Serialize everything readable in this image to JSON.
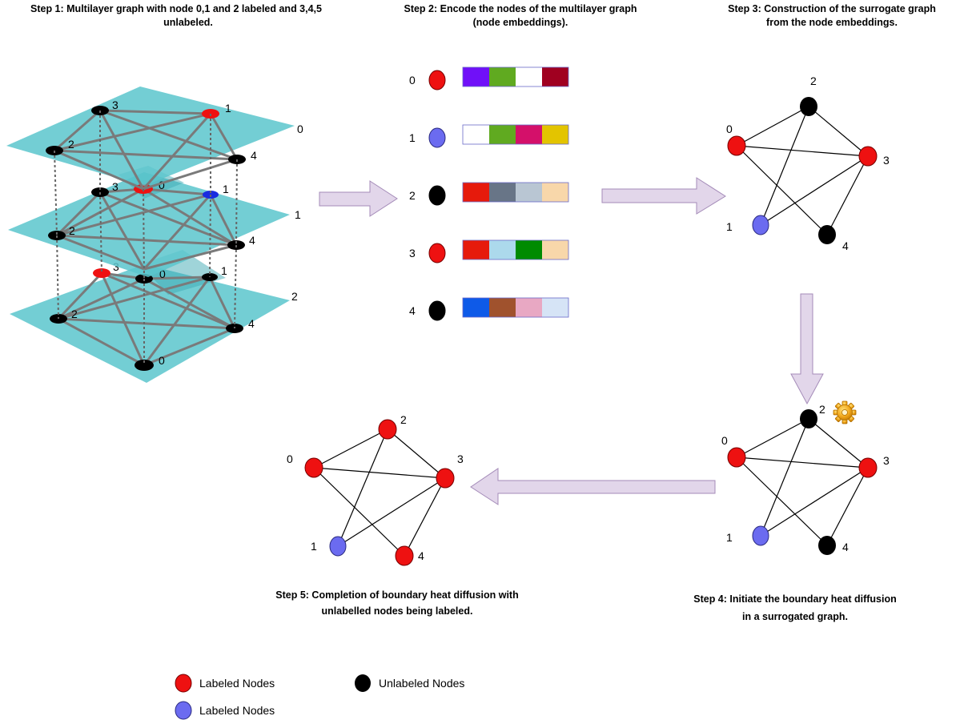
{
  "titles": {
    "step1": [
      "Step 1: Multilayer graph with node 0,1 and 2 labeled and 3,4,5",
      "unlabeled."
    ],
    "step2": [
      "Step 2: Encode the nodes of the multilayer graph",
      "(node embeddings)."
    ],
    "step3": [
      "Step 3: Construction of the surrogate graph",
      "from the node embeddings."
    ],
    "step4": [
      "Step 4: Initiate the boundary heat diffusion",
      "in a surrogated graph."
    ],
    "step5": [
      "Step 5: Completion of boundary heat diffusion with",
      "unlabelled nodes being labeled."
    ]
  },
  "colors": {
    "red": "#ee1111",
    "blue": "#6b6bf0",
    "black": "#000000",
    "layer": "#5bc5cc",
    "arrow_fill": "#e2d6ea",
    "arrow_stroke": "#a48bb8"
  },
  "multilayer": {
    "layers": [
      "0",
      "1",
      "2"
    ],
    "layer0_nodes": [
      "3",
      "1",
      "2",
      "4"
    ],
    "layer1_nodes": [
      "3",
      "0",
      "1",
      "2",
      "4"
    ],
    "layer2_nodes": [
      "3",
      "0",
      "1",
      "2",
      "4",
      "0"
    ]
  },
  "embeddings": [
    {
      "node": "0",
      "node_color": "#ee1111",
      "cells": [
        "#7010f8",
        "#60aa20",
        "#ffffff",
        "#a00020"
      ]
    },
    {
      "node": "1",
      "node_color": "#6b6bf0",
      "cells": [
        "#ffffff",
        "#60aa20",
        "#d4106a",
        "#e3c400"
      ]
    },
    {
      "node": "2",
      "node_color": "#000000",
      "cells": [
        "#e61a0c",
        "#687587",
        "#b9c6d3",
        "#f8d7aa"
      ]
    },
    {
      "node": "3",
      "node_color": "#ee1111",
      "cells": [
        "#e61a0c",
        "#acd9ec",
        "#008b00",
        "#f8d7aa"
      ]
    },
    {
      "node": "4",
      "node_color": "#000000",
      "cells": [
        "#0e5ae8",
        "#a0522d",
        "#e8a8c3",
        "#d6e4f6"
      ]
    }
  ],
  "surrogate_step3": {
    "nodes": [
      {
        "label": "0",
        "color": "#ee1111"
      },
      {
        "label": "2",
        "color": "#000000"
      },
      {
        "label": "3",
        "color": "#ee1111"
      },
      {
        "label": "1",
        "color": "#6b6bf0"
      },
      {
        "label": "4",
        "color": "#000000"
      }
    ]
  },
  "surrogate_step4": {
    "nodes": [
      {
        "label": "0",
        "color": "#ee1111"
      },
      {
        "label": "2",
        "color": "#000000"
      },
      {
        "label": "3",
        "color": "#ee1111"
      },
      {
        "label": "1",
        "color": "#6b6bf0"
      },
      {
        "label": "4",
        "color": "#000000"
      }
    ],
    "icon": "gear-icon"
  },
  "surrogate_step5": {
    "nodes": [
      {
        "label": "0",
        "color": "#ee1111"
      },
      {
        "label": "2",
        "color": "#ee1111"
      },
      {
        "label": "3",
        "color": "#ee1111"
      },
      {
        "label": "1",
        "color": "#6b6bf0"
      },
      {
        "label": "4",
        "color": "#ee1111"
      }
    ]
  },
  "legend": [
    {
      "label": "Labeled Nodes",
      "color": "#ee1111"
    },
    {
      "label": "Unlabeled Nodes",
      "color": "#000000"
    },
    {
      "label": "Labeled Nodes",
      "color": "#6b6bf0"
    }
  ]
}
